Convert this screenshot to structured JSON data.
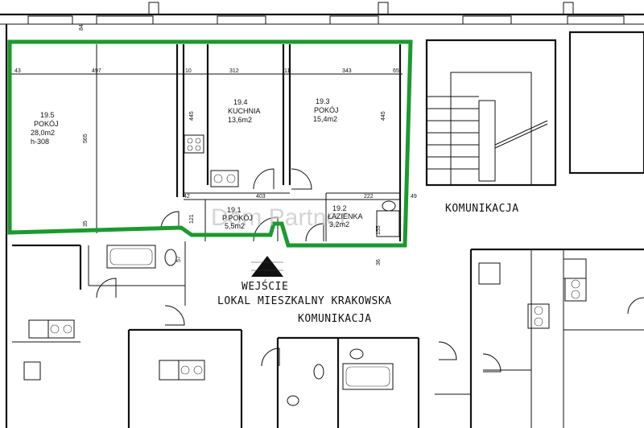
{
  "rooms": [
    {
      "id": "19.5",
      "name": "POKÓJ",
      "area": "28,0m2",
      "height": "h-308"
    },
    {
      "id": "19.4",
      "name": "KUCHNIA",
      "area": "13,6m2"
    },
    {
      "id": "19.3",
      "name": "POKÓJ",
      "area": "15,4m2"
    },
    {
      "id": "19.1",
      "name": "P.POKÓJ",
      "area": "5,5m2"
    },
    {
      "id": "19.2",
      "name": "ŁAZIENKA",
      "area": "3,2m2"
    }
  ],
  "labels": {
    "komunikacja_right": "KOMUNIKACJA",
    "entrance": "WEJŚCIE",
    "lokal": "LOKAL  MIESZKALNY KRAKOWSKA",
    "komunikacja_bottom": "KOMUNIKACJA"
  },
  "watermark": "Dom Partner",
  "dimensions": {
    "top_84": "84",
    "top_43": "43",
    "top_497": "497",
    "top_10": "10",
    "top_312": "312",
    "top_11": "11",
    "top_343": "343",
    "top_65": "65",
    "v_565": "565",
    "v_35": "35",
    "v_445a": "445",
    "v_445b": "445",
    "h_403": "403",
    "h_222": "222",
    "h_42": "42",
    "h_49": "49",
    "v_121": "121",
    "v_155": "155",
    "v_57": "57",
    "v_36": "36"
  },
  "colors": {
    "outline": "#1a9a2e",
    "wall": "#111111",
    "watermark": "#c8c8c8"
  }
}
